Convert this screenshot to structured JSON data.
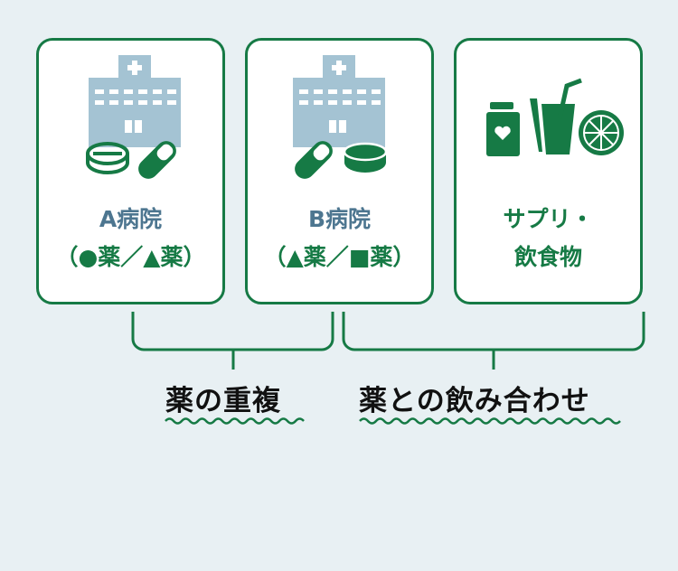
{
  "cards": [
    {
      "title": "A病院",
      "subtitle": "（●薬／▲薬）"
    },
    {
      "title": "B病院",
      "subtitle": "（▲薬／■薬）"
    },
    {
      "title_line1": "サプリ・",
      "title_line2": "飲食物"
    }
  ],
  "labels": {
    "duplication": "薬の重複",
    "interaction": "薬との飲み合わせ"
  },
  "colors": {
    "green": "#167a45",
    "hospital": "#a4c3d3",
    "text_blue": "#4d7690",
    "background": "#e8f0f3"
  }
}
